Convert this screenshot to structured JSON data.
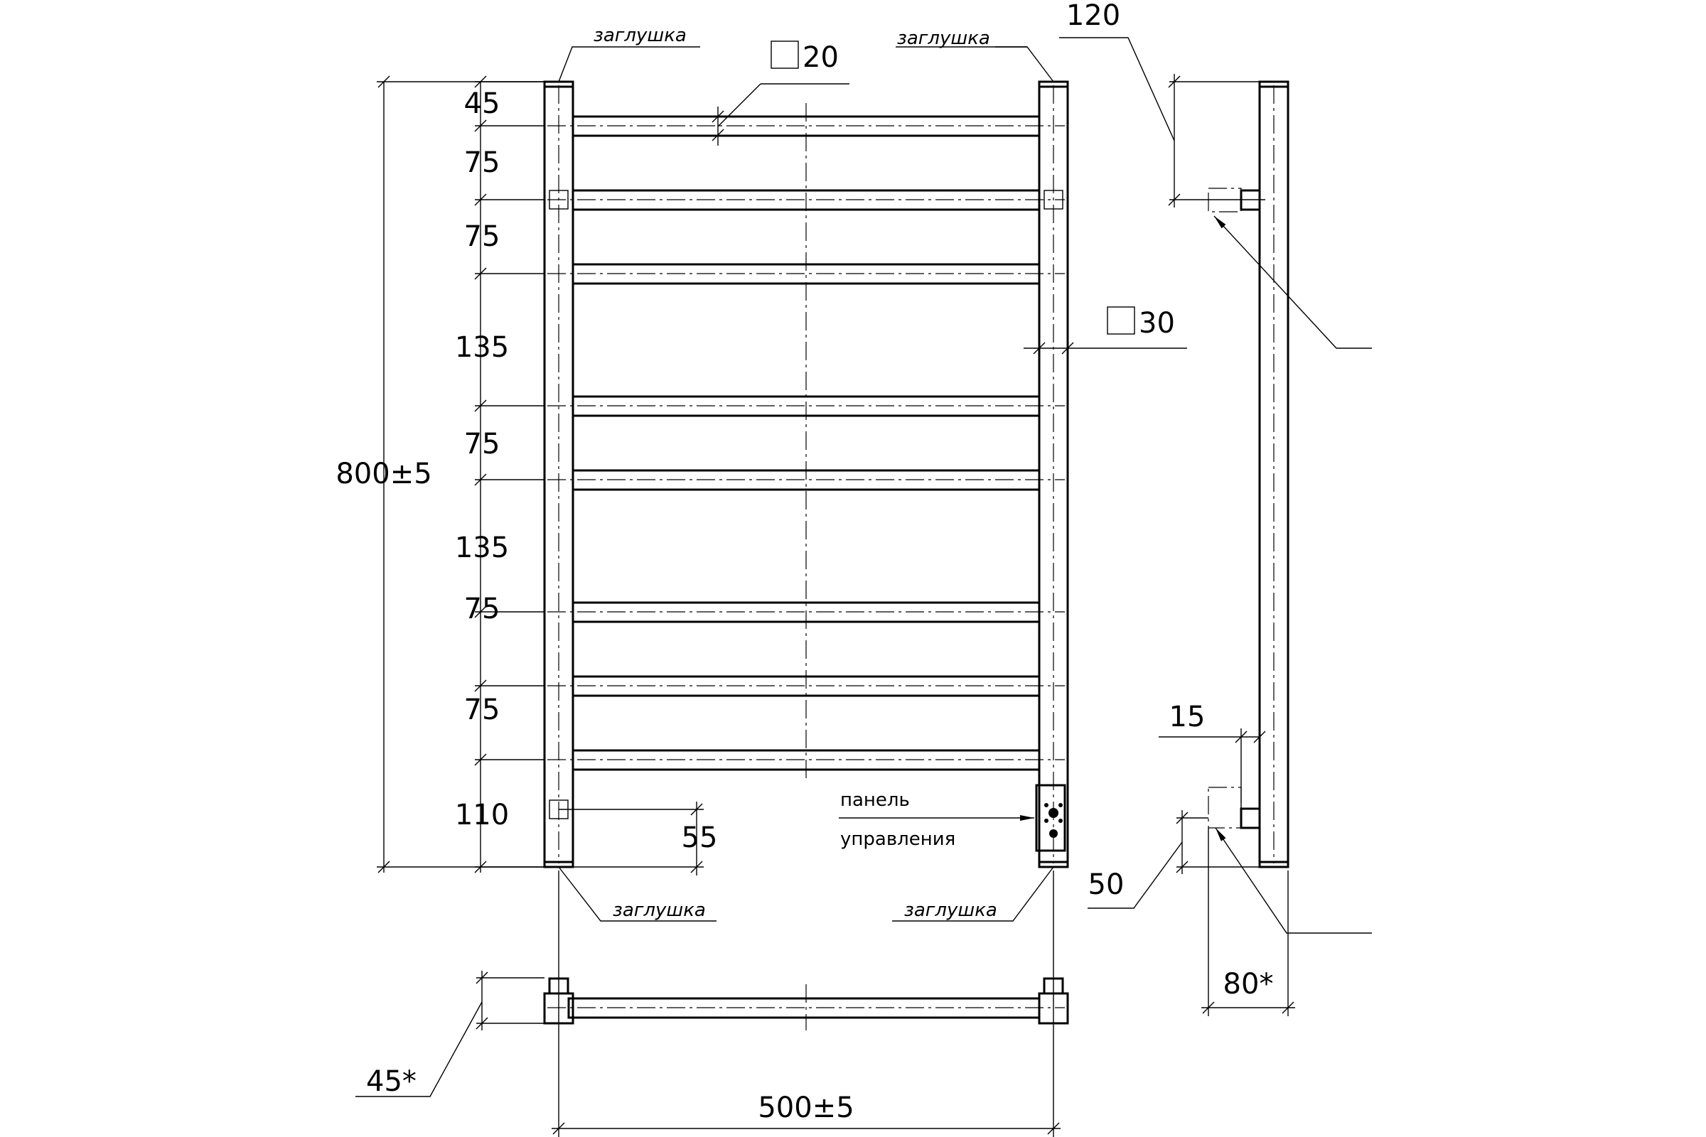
{
  "drawing": {
    "front_view": {
      "rail_spacings": [
        "45",
        "75",
        "75",
        "135",
        "75",
        "135",
        "75",
        "75",
        "110"
      ],
      "overall_height": "800±5",
      "rail_profile": "20",
      "post_profile": "30",
      "bottom_offset": "55",
      "cap_label": "заглушка",
      "control_panel_label_line1": "панель",
      "control_panel_label_line2": "управления"
    },
    "top_view": {
      "depth": "45*",
      "overall_width": "500±5"
    },
    "side_view": {
      "top_offset": "120",
      "gap": "15",
      "bottom_offset": "50",
      "depth": "80*"
    },
    "colors": {
      "line": "#000000",
      "background": "#ffffff"
    }
  }
}
